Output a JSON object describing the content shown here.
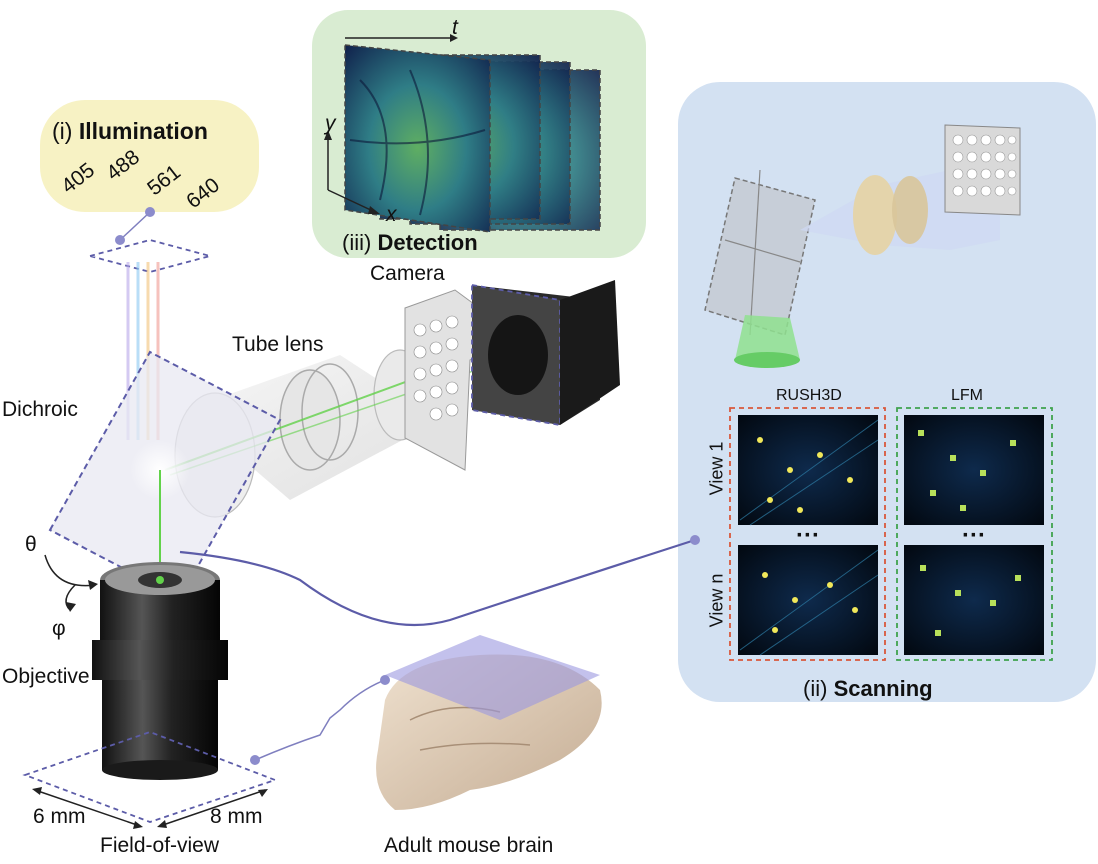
{
  "illumination": {
    "prefix": "(i)",
    "title": "Illumination",
    "wavelengths": [
      "405",
      "488",
      "561",
      "640"
    ]
  },
  "detection": {
    "prefix": "(iii)",
    "title": "Detection",
    "axes": {
      "t": "t",
      "x": "x",
      "y": "y"
    }
  },
  "scanning": {
    "prefix": "(ii)",
    "title": "Scanning",
    "col_rush": "RUSH3D",
    "col_lfm": "LFM",
    "row1": "View 1",
    "rown": "View n",
    "ellipsis": "···"
  },
  "labels": {
    "camera": "Camera",
    "tube_lens": "Tube lens",
    "dichroic": "Dichroic",
    "objective": "Objective",
    "theta": "θ",
    "phi": "φ",
    "fov_w": "6 mm",
    "fov_h": "8 mm",
    "fov": "Field-of-view",
    "brain": "Adult mouse brain"
  },
  "colors": {
    "illum_bg": "#f7f2c4",
    "detect_bg": "#d9ecd2",
    "scan_bg": "#d3e1f2",
    "frame_purple": "#5c5ca8",
    "red_dash": "#d9583b",
    "green_dash": "#3fa34d"
  }
}
